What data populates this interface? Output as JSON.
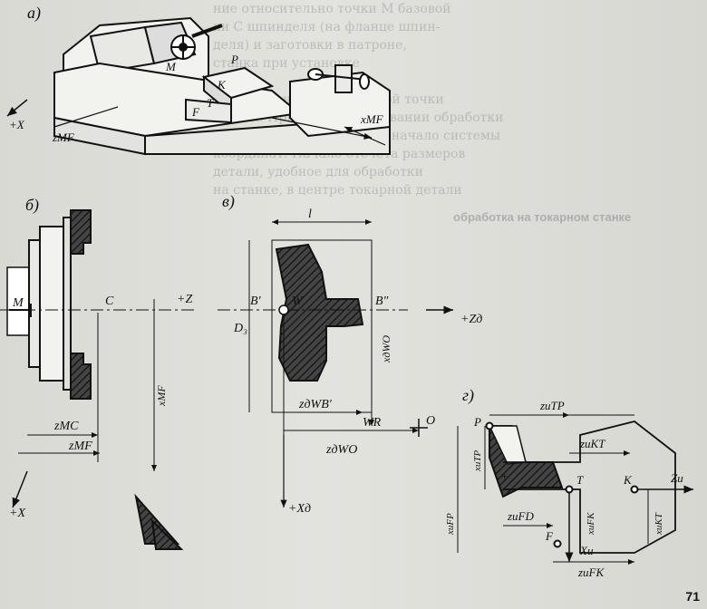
{
  "page_number": "71",
  "section_heading": "обработка на токарном станке",
  "panels": {
    "a": "а)",
    "b": "б)",
    "v": "в)",
    "g": "г)"
  },
  "labels_a": {
    "x_axis": "+X",
    "zmf": "zMF",
    "xmf": "xMF",
    "m": "M",
    "p": "P",
    "k": "K",
    "t": "T",
    "f": "F"
  },
  "labels_b": {
    "m": "M",
    "c": "C",
    "z": "+Z",
    "x": "+X",
    "xmf": "xMF",
    "zmc": "zMC",
    "zmf": "zMF"
  },
  "labels_v": {
    "l": "l",
    "d3": "D₃",
    "b1": "B′",
    "w": "W",
    "b2": "B″",
    "wr": "WR",
    "xdwo": "xдWO",
    "zdwb": "zдWB′",
    "zdwo": "zдWO",
    "zd": "+Zд",
    "xd": "+Xд",
    "o": "O"
  },
  "labels_g": {
    "zitp": "zиTP",
    "zikt": "zиKT",
    "zifd": "zиFD",
    "zifk": "zиFK",
    "xitp": "xиTP",
    "xifp": "xиFP",
    "xifk": "xиFK",
    "xikt": "xиKT",
    "xi": "Xи",
    "zi": "Zи",
    "p": "P",
    "t": "T",
    "k": "K",
    "f": "F",
    "plus": "+"
  },
  "bleed_text": [
    "ние относительно точки M базовой",
    "ки С шпинделя (на фланце шпин-",
    "деля) и заготовки в патроне,",
    "станка при установке",
    "",
    "Установлены и для нулевой точки",
    "детали. При программировании обработки",
    "детали удобно принимать начало системы",
    "координат. Начало отсчёта размеров",
    "детали, удобное для обработки",
    "на станке, в центре токарной детали"
  ]
}
